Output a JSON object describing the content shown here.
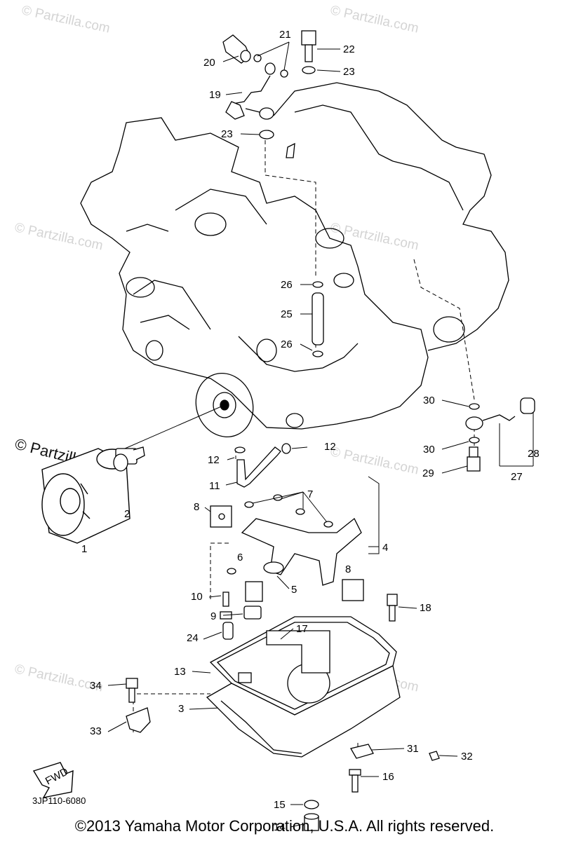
{
  "watermark": "© Partzilla.com",
  "part_code": "3JP110-6080",
  "copyright": "©2013 Yamaha Motor Corporation, U.S.A. All rights reserved.",
  "callouts": [
    "1",
    "2",
    "3",
    "4",
    "5",
    "6",
    "7",
    "8",
    "8",
    "9",
    "10",
    "11",
    "12",
    "12",
    "13",
    "14",
    "15",
    "16",
    "17",
    "18",
    "19",
    "20",
    "21",
    "22",
    "23",
    "23",
    "24",
    "25",
    "26",
    "26",
    "27",
    "28",
    "29",
    "30",
    "30",
    "31",
    "32",
    "33",
    "34"
  ],
  "fwd_label": "FWD"
}
